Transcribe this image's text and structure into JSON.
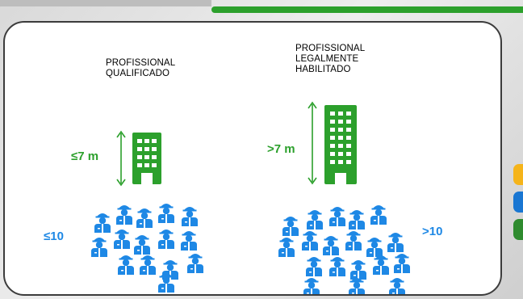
{
  "left": {
    "heading_lines": [
      "PROFISSIONAL",
      "QUALIFICADO"
    ],
    "height_label": "≤7 m",
    "workers_label": "≤10"
  },
  "right": {
    "heading_lines": [
      "PROFISSIONAL",
      "LEGALMENTE",
      "HABILITADO"
    ],
    "height_label": ">7 m",
    "workers_label": ">10"
  },
  "icons": {
    "building": "building-icon",
    "worker": "worker-hardhat-icon",
    "arrow": "vertical-double-arrow-icon"
  },
  "colors": {
    "green": "#2ca02c",
    "blue": "#1e88e5",
    "accent_yellow": "#f5b41a",
    "accent_blue": "#1976d2",
    "accent_green": "#2e8b2e"
  }
}
